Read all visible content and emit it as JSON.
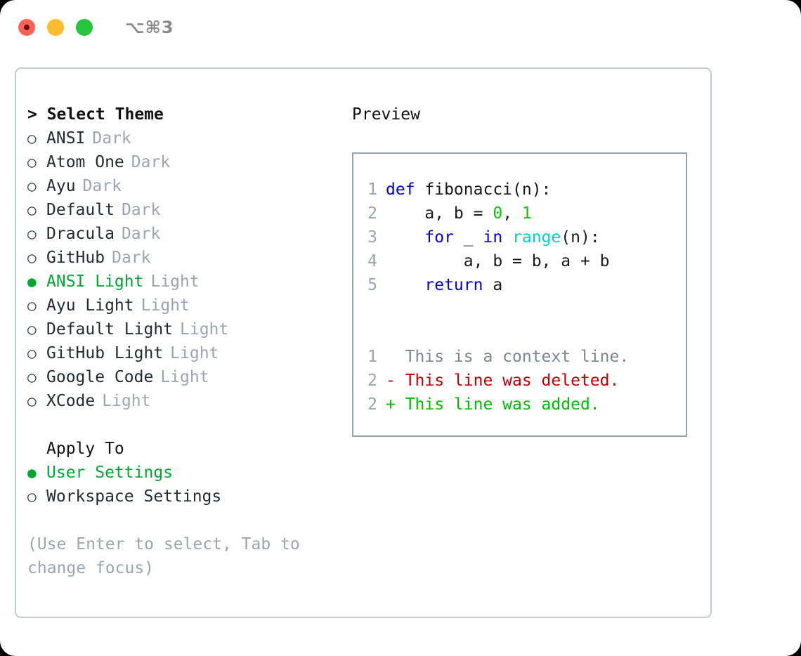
{
  "titlebar": {
    "shortcut": "⌥⌘3",
    "dots": [
      "close",
      "minimize",
      "zoom"
    ]
  },
  "theme_panel": {
    "header": "> Select Theme",
    "themes": [
      {
        "marker": "○",
        "name": "ANSI",
        "kind": "Dark",
        "selected": false
      },
      {
        "marker": "○",
        "name": "Atom One",
        "kind": "Dark",
        "selected": false
      },
      {
        "marker": "○",
        "name": "Ayu",
        "kind": "Dark",
        "selected": false
      },
      {
        "marker": "○",
        "name": "Default",
        "kind": "Dark",
        "selected": false
      },
      {
        "marker": "○",
        "name": "Dracula",
        "kind": "Dark",
        "selected": false
      },
      {
        "marker": "○",
        "name": "GitHub",
        "kind": "Dark",
        "selected": false
      },
      {
        "marker": "●",
        "name": "ANSI Light",
        "kind": "Light",
        "selected": true
      },
      {
        "marker": "○",
        "name": "Ayu Light",
        "kind": "Light",
        "selected": false
      },
      {
        "marker": "○",
        "name": "Default Light",
        "kind": "Light",
        "selected": false
      },
      {
        "marker": "○",
        "name": "GitHub Light",
        "kind": "Light",
        "selected": false
      },
      {
        "marker": "○",
        "name": "Google Code",
        "kind": "Light",
        "selected": false
      },
      {
        "marker": "○",
        "name": "XCode",
        "kind": "Light",
        "selected": false
      }
    ],
    "apply_to_title": "Apply To",
    "apply_to": [
      {
        "marker": "●",
        "name": "User Settings",
        "selected": true
      },
      {
        "marker": "○",
        "name": "Workspace Settings",
        "selected": false
      }
    ],
    "hint": "(Use Enter to select, Tab to change focus)"
  },
  "preview": {
    "title": "Preview",
    "code_lines": [
      {
        "n": "1",
        "tokens": [
          {
            "t": "def ",
            "c": "kw"
          },
          {
            "t": "fibonacci(n):",
            "c": "plain"
          }
        ]
      },
      {
        "n": "2",
        "tokens": [
          {
            "t": "    a, b = ",
            "c": "plain"
          },
          {
            "t": "0",
            "c": "num"
          },
          {
            "t": ", ",
            "c": "plain"
          },
          {
            "t": "1",
            "c": "num"
          }
        ]
      },
      {
        "n": "3",
        "tokens": [
          {
            "t": "    ",
            "c": "plain"
          },
          {
            "t": "for",
            "c": "kw"
          },
          {
            "t": " _ ",
            "c": "plain"
          },
          {
            "t": "in",
            "c": "kw"
          },
          {
            "t": " ",
            "c": "plain"
          },
          {
            "t": "range",
            "c": "fn"
          },
          {
            "t": "(n):",
            "c": "plain"
          }
        ]
      },
      {
        "n": "4",
        "tokens": [
          {
            "t": "        a, b = b, a + b",
            "c": "plain"
          }
        ]
      },
      {
        "n": "5",
        "tokens": [
          {
            "t": "    ",
            "c": "plain"
          },
          {
            "t": "return",
            "c": "kw"
          },
          {
            "t": " a",
            "c": "plain"
          }
        ]
      }
    ],
    "diff_lines": [
      {
        "n": "1",
        "text": "  This is a context line.",
        "kind": "ctx"
      },
      {
        "n": "2",
        "text": "- This line was deleted.",
        "kind": "del"
      },
      {
        "n": "2",
        "text": "+ This line was added.",
        "kind": "add"
      }
    ]
  },
  "colors": {
    "accent_green": "#00a832",
    "muted": "#9aa5b4",
    "keyword_blue": "#0000dd",
    "function_cyan": "#00cfd6",
    "number_green": "#00cc00",
    "diff_delete": "#c00000",
    "diff_add": "#00bb00",
    "border": "#c3c9d4"
  }
}
